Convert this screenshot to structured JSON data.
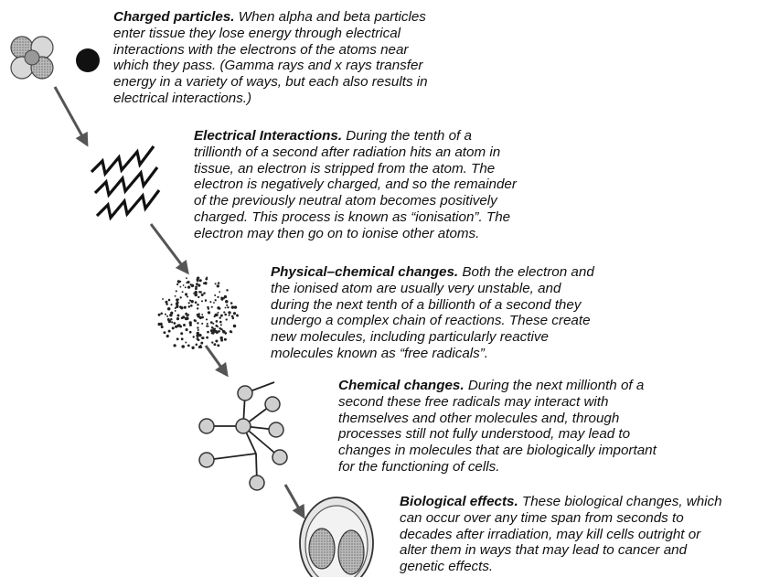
{
  "steps": [
    {
      "heading": "Charged particles.",
      "lines": [
        " When alpha and beta particles",
        "enter tissue they lose energy through electrical",
        "interactions with the electrons of the atoms near",
        "which they pass. (Gamma rays and x rays transfer",
        "energy in a variety of ways, but each also results in",
        "electrical interactions.)"
      ]
    },
    {
      "heading": "Electrical Interactions.",
      "lines": [
        " During the tenth of a",
        "trillionth of a second after radiation hits an atom in",
        "tissue, an electron is stripped from the atom. The",
        "electron is negatively charged, and so the remainder",
        "of the previously neutral atom becomes positively",
        "charged. This process is known as “ionisation”. The",
        "electron may then go on to ionise other atoms."
      ]
    },
    {
      "heading": "Physical–chemical changes.",
      "lines": [
        " Both the electron and",
        "the ionised atom are usually very unstable, and",
        "during the next tenth of a billionth of a second they",
        "undergo a complex chain of reactions. These create",
        "new molecules, including particularly reactive",
        "molecules known as “free radicals”."
      ]
    },
    {
      "heading": "Chemical changes.",
      "lines": [
        " During the next millionth of a",
        "second these free radicals may interact with",
        "themselves and other molecules and, through",
        "processes still not fully understood, may lead to",
        "changes in molecules that are biologically important",
        "for the functioning of cells."
      ]
    },
    {
      "heading": "Biological effects.",
      "lines": [
        " These biological changes, which",
        "can occur over any time span from seconds to",
        "decades after irradiation, may kill cells outright or",
        "alter them in ways that may lead to cancer and",
        "genetic effects."
      ]
    }
  ],
  "icons": [
    "charged-particles-icon",
    "electrical-interaction-icon",
    "free-radical-cloud-icon",
    "molecule-network-icon",
    "cell-icon"
  ],
  "colors": {
    "text": "#111111",
    "arrow": "#555555",
    "particle_light": "#c8c8c8",
    "particle_dark": "#111111"
  }
}
